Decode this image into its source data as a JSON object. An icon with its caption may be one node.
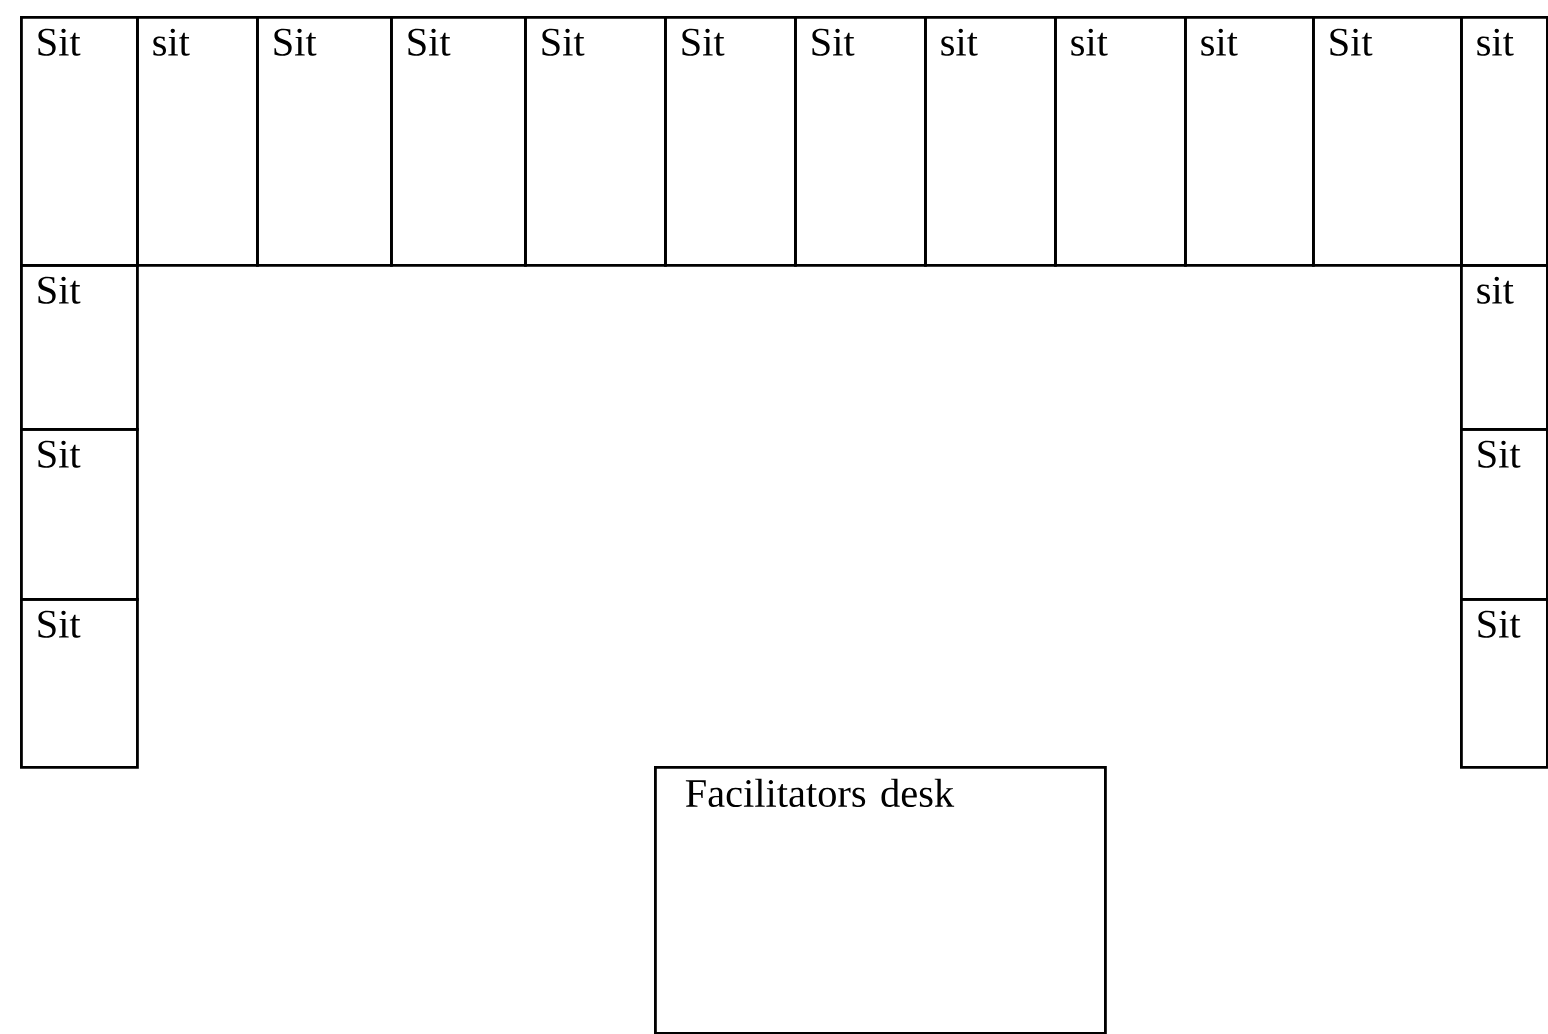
{
  "diagram": {
    "nodes": [
      {
        "text": [
          "Sit"
        ]
      },
      {
        "text": [
          "sit"
        ]
      },
      {
        "text": [
          "Sit"
        ]
      },
      {
        "text": [
          "Sit"
        ]
      },
      {
        "text": [
          "Sit"
        ]
      },
      {
        "text": [
          "Sit"
        ]
      },
      {
        "text": [
          "Sit"
        ]
      },
      {
        "text": [
          "sit"
        ]
      },
      {
        "text": [
          "sit"
        ]
      },
      {
        "text": [
          "sit"
        ]
      },
      {
        "text": [
          "Sit"
        ]
      },
      {
        "text": [
          "sit"
        ]
      },
      {
        "text": [
          "Sit"
        ]
      },
      {
        "text": [
          "Sit"
        ]
      },
      {
        "text": [
          "Sit"
        ]
      },
      {
        "text": [
          "sit"
        ]
      },
      {
        "text": [
          "Sit"
        ]
      },
      {
        "text": [
          "Sit"
        ]
      },
      {
        "text": [
          "Facilitators desk"
        ]
      }
    ]
  }
}
